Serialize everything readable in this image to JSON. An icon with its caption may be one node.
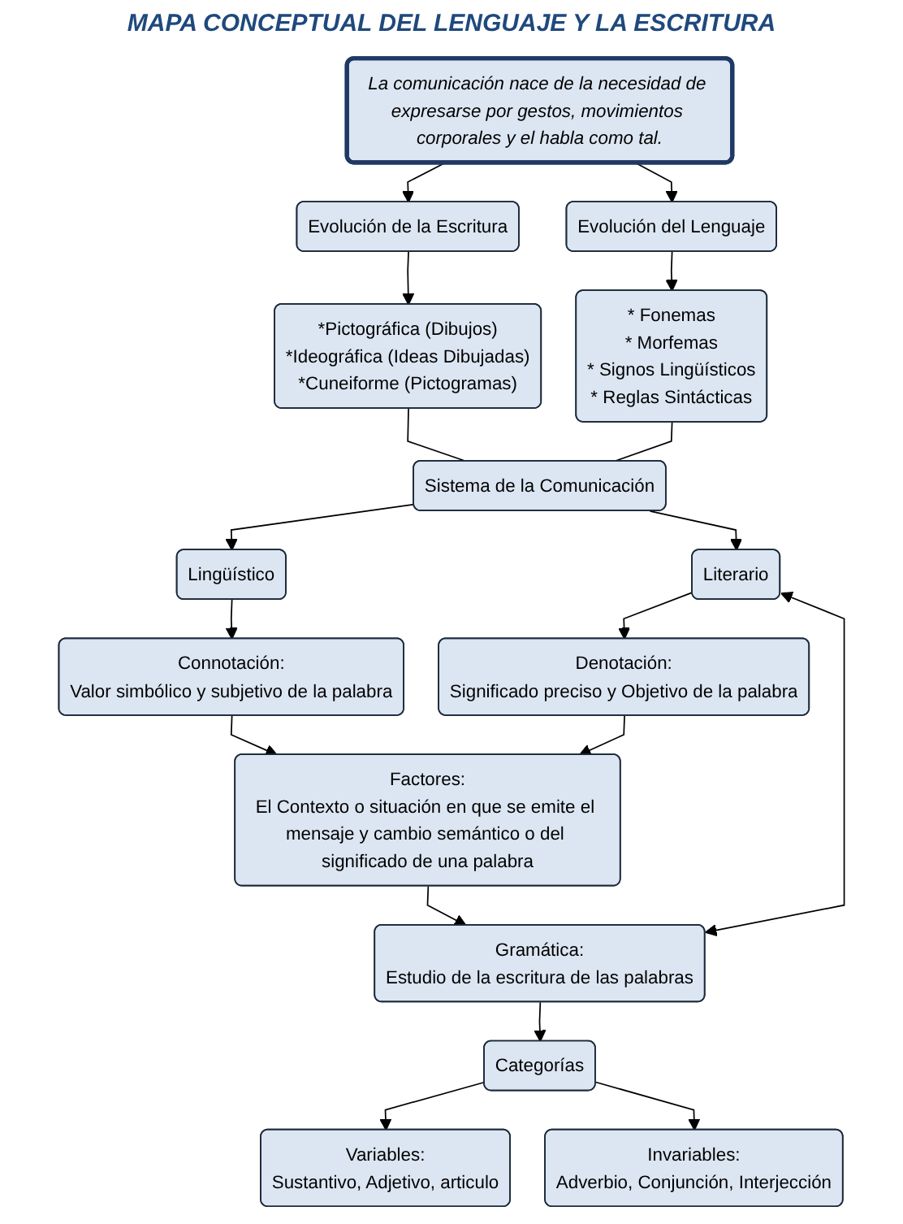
{
  "diagram": {
    "title": "MAPA CONCEPTUAL DEL LENGUAJE Y LA ESCRITURA",
    "nodes": [
      {
        "text": [
          "La comunicación nace de la necesidad de expresarse por gestos, movimientos corporales y el habla como tal."
        ]
      },
      {
        "text": [
          "Evolución de la Escritura"
        ]
      },
      {
        "text": [
          "Evolución del Lenguaje"
        ]
      },
      {
        "text": [
          "*Pictográfica (Dibujos)",
          "*Ideográfica (Ideas Dibujadas)",
          "*Cuneiforme (Pictogramas)"
        ]
      },
      {
        "text": [
          "* Fonemas",
          "* Morfemas",
          "* Signos Lingüísticos",
          "* Reglas Sintácticas"
        ]
      },
      {
        "text": [
          "Sistema de la Comunicación"
        ]
      },
      {
        "text": [
          "Lingüístico"
        ]
      },
      {
        "text": [
          "Literario"
        ]
      },
      {
        "text": [
          "Connotación:",
          "Valor simbólico y subjetivo de la palabra"
        ]
      },
      {
        "text": [
          "Denotación:",
          "Significado preciso y Objetivo de la palabra"
        ]
      },
      {
        "text": [
          "Factores:",
          "El Contexto o situación en que se emite el mensaje y cambio semántico o del significado de una palabra"
        ]
      },
      {
        "text": [
          "Gramática:",
          "Estudio de la escritura de las palabras"
        ]
      },
      {
        "text": [
          "Categorías"
        ]
      },
      {
        "text": [
          "Variables:",
          "Sustantivo, Adjetivo, articulo"
        ]
      },
      {
        "text": [
          "Invariables:",
          "Adverbio, Conjunción, Interjección"
        ]
      }
    ],
    "edges": [
      {
        "from": 0,
        "to": 1,
        "arrow": "to"
      },
      {
        "from": 0,
        "to": 2,
        "arrow": "to"
      },
      {
        "from": 1,
        "to": 3,
        "arrow": "to"
      },
      {
        "from": 2,
        "to": 4,
        "arrow": "to"
      },
      {
        "from": 3,
        "to": 5,
        "arrow": "none"
      },
      {
        "from": 4,
        "to": 5,
        "arrow": "none"
      },
      {
        "from": 5,
        "to": 6,
        "arrow": "to"
      },
      {
        "from": 5,
        "to": 7,
        "arrow": "to"
      },
      {
        "from": 6,
        "to": 8,
        "arrow": "to"
      },
      {
        "from": 7,
        "to": 9,
        "arrow": "to"
      },
      {
        "from": 8,
        "to": 10,
        "arrow": "to"
      },
      {
        "from": 9,
        "to": 10,
        "arrow": "to"
      },
      {
        "from": 10,
        "to": 11,
        "arrow": "to"
      },
      {
        "from": 7,
        "to": 11,
        "arrow": "both"
      },
      {
        "from": 11,
        "to": 12,
        "arrow": "to"
      },
      {
        "from": 12,
        "to": 13,
        "arrow": "to"
      },
      {
        "from": 12,
        "to": 14,
        "arrow": "to"
      }
    ]
  }
}
